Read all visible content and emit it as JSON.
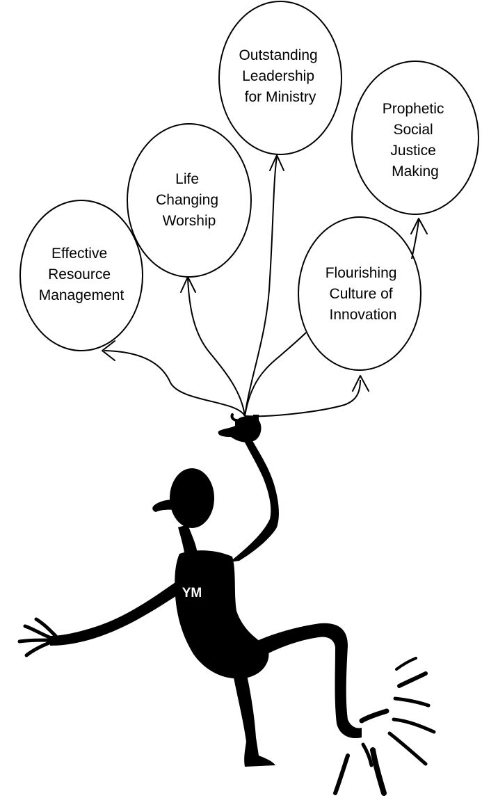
{
  "balloons": [
    {
      "id": "effective-resource-management",
      "lines": [
        "Effective",
        "Resource",
        "Management"
      ]
    },
    {
      "id": "life-changing-worship",
      "lines": [
        "Life",
        "Changing",
        "Worship"
      ]
    },
    {
      "id": "outstanding-leadership",
      "lines": [
        "Outstanding",
        "Leadership",
        "for Ministry"
      ]
    },
    {
      "id": "prophetic-social-justice",
      "lines": [
        "Prophetic",
        "Social",
        "Justice",
        "Making"
      ]
    },
    {
      "id": "flourishing-culture",
      "lines": [
        "Flourishing",
        "Culture of",
        "Innovation"
      ]
    }
  ],
  "figure": {
    "badge": "YM",
    "ink_color": "#000000",
    "balloon_fill": "#ffffff"
  }
}
